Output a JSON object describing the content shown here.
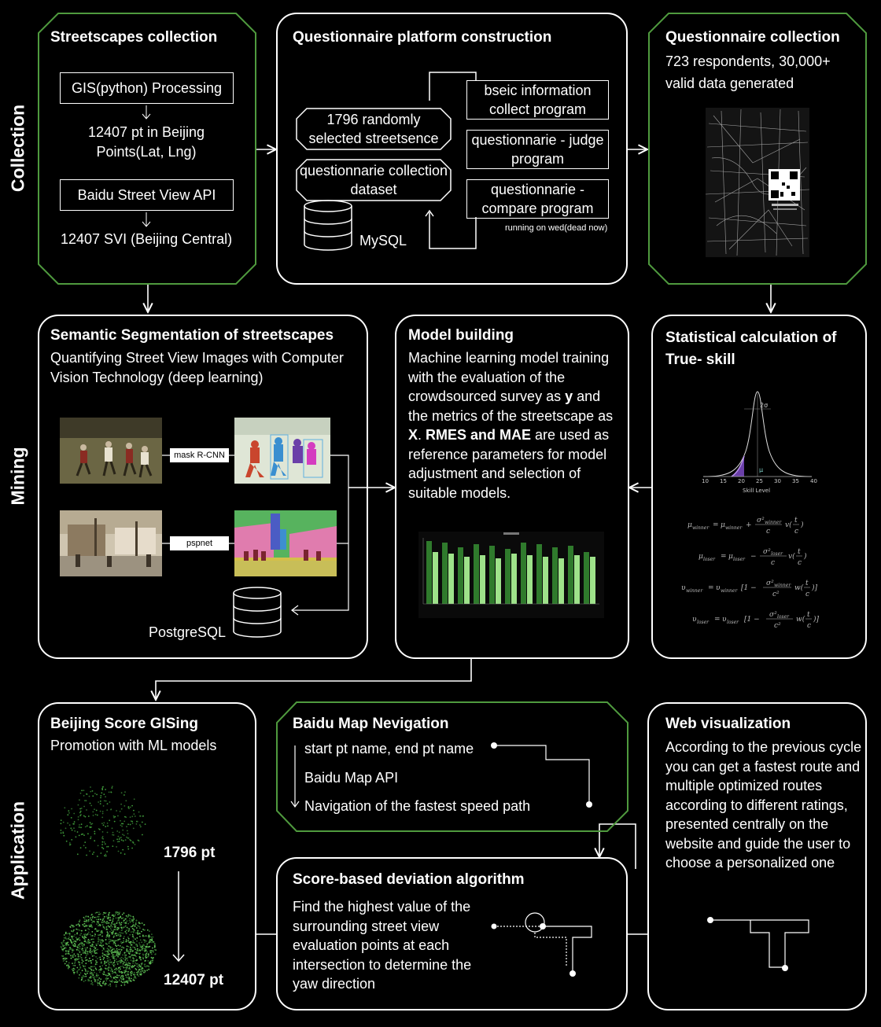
{
  "side_labels": {
    "collection": "Collection",
    "mining": "Mining",
    "application": "Application"
  },
  "streetscapes": {
    "title": "Streetscapes collection",
    "box1": "GIS(python) Processing",
    "text1": "12407 pt in Beijing Points(Lat, Lng)",
    "box2": "Baidu Street View API",
    "text2": "12407 SVI (Beijing Central)"
  },
  "platform": {
    "title": "Questionnaire platform construction",
    "hex1": "1796 randomly selected streetsence",
    "hex2": "questionnarie collection dataset",
    "db_label": "MySQL",
    "prog1": "bseic information collect program",
    "prog2": "questionnarie - judge program",
    "prog3": "questionnarie - compare program",
    "note": "running on wed(dead now)"
  },
  "qcollection": {
    "title": "Questionnaire collection",
    "text": "723 respondents, 30,000+ valid data generated"
  },
  "segmentation": {
    "title": "Semantic Segmentation of streetscapes",
    "text": "Quantifying Street View Images with Computer Vision Technology (deep learning)",
    "model1": "mask R-CNN",
    "model2": "pspnet",
    "db_label": "PostgreSQL"
  },
  "model": {
    "title": "Model building",
    "text_html": "Machine learning model training with the evaluation of the crowdsourced survey as <b>y</b> and the metrics of the streetscape as <b>X</b>. <b>RMES and MAE</b> are used as reference parameters for model adjustment and selection of suitable models."
  },
  "stat": {
    "title": "Statistical calculation of True- skill",
    "axis_label": "Skill Level",
    "ticks": [
      "10",
      "15",
      "20",
      "25",
      "30",
      "35",
      "40"
    ],
    "sigma_label": "2σ",
    "mu_label": "μ"
  },
  "gising": {
    "title": "Beijing Score GISing",
    "text": "Promotion with  ML  models",
    "pt1": "1796 pt",
    "pt2": "12407 pt"
  },
  "nav": {
    "title": "Baidu Map Nevigation",
    "line1": "start pt name, end pt name",
    "line2": "Baidu Map API",
    "line3": "Navigation of the fastest speed path"
  },
  "deviation": {
    "title": "Score-based deviation algorithm",
    "text": "Find the highest value of the surrounding street view evaluation points at each intersection to determine the yaw direction"
  },
  "web": {
    "title": "Web visualization",
    "text": "According to the previous cycle you can get a fastest route and multiple optimized routes according to different ratings, presented centrally on the website and guide the user to choose a personalized one"
  }
}
